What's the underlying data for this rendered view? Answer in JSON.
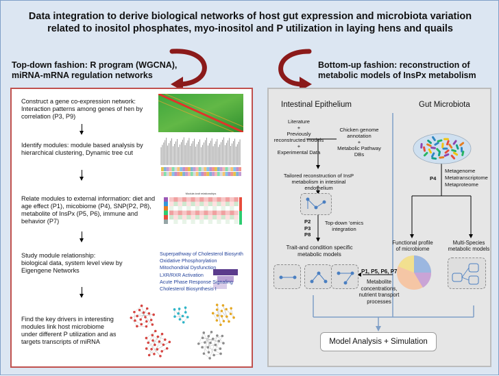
{
  "title_line1": "Data integration to derive biological networks of host gut expression and microbiota variation",
  "title_line2": "related to inositol phosphates, myo-inositol and P utilization in laying hens and quails",
  "top_down": {
    "line1": "Top-down fashion: R program (WGCNA),",
    "line2": "miRNA-mRNA regulation networks"
  },
  "bottom_up": {
    "line1": "Bottom-up fashion: reconstruction of",
    "line2": "metabolic models of InsPx metabolism"
  },
  "steps": [
    {
      "lines": [
        "Construct a gene co-expression network:",
        "Interaction patterns among genes of hen by",
        "correlation (P3, P9)"
      ]
    },
    {
      "lines": [
        "Identify modules: module based analysis by",
        "hierarchical clustering, Dynamic tree cut"
      ]
    },
    {
      "lines": [
        "Relate modules to external information: diet and",
        "age effect (P1), micobiome (P4), SNP(P2, P8),",
        "metabolite of InsPx (P5, P6), immune and",
        "behavior (P7)"
      ]
    },
    {
      "lines": [
        "Study module relationship:",
        "biological data, system level view by",
        "Eigengene Networks"
      ]
    },
    {
      "lines": [
        "Find the key drivers in interesting",
        "modules link host microbiome",
        "under different P utilization and as",
        "targets transcripts of miRNA"
      ]
    }
  ],
  "pathways": [
    "Superpathway of Cholesterol Biosynth...",
    "Oxidative Phosphorylation",
    "Mitochondrial Dysfunction",
    "LXR/RXR Activation",
    "Acute Phase Response Signaling",
    "Cholesterol Biosynthesis I"
  ],
  "heatmap_title": "Module-trait relationships",
  "right": {
    "col1_title": "Intestinal Epithelium",
    "col2_title": "Gut Microbiota",
    "literature": [
      "Literature",
      "+",
      "Previously",
      "reconstructed models",
      "+",
      "Experimental Data"
    ],
    "chicken": [
      "Chicken genome",
      "annotation",
      "+",
      "Metabolic Pathway",
      "DBs"
    ],
    "tailored": [
      "Tailored reconstruction of InsP",
      "metabolism in intestinal endothelium"
    ],
    "p_left": [
      "P2",
      "P3",
      "P8"
    ],
    "omics": [
      "Top-down 'omics",
      "integration"
    ],
    "trait": [
      "Trait-and condition specific",
      "metabolic models"
    ],
    "p4": "P4",
    "meta": [
      "Metagenome",
      "Metatranscriptome",
      "Metaproteome"
    ],
    "functional": [
      "Functional profile",
      "of microbiome"
    ],
    "multispecies": [
      "Multi-Species",
      "metabolic models"
    ],
    "p_arrow": "P1, P5, P6, P7",
    "metabolite": [
      "Metabolite",
      "concentrations,",
      "nutrient transport",
      "processes"
    ],
    "model_analysis": "Model Analysis + Simulation"
  },
  "colors": {
    "background": "#dce6f2",
    "left_border": "#c0504d",
    "curved_arrow": "#8b1a1a",
    "network_node": "#4a7fc1",
    "pie": [
      "#f5c6a5",
      "#9bb7e0",
      "#c9a4d6",
      "#f2e08f"
    ]
  }
}
